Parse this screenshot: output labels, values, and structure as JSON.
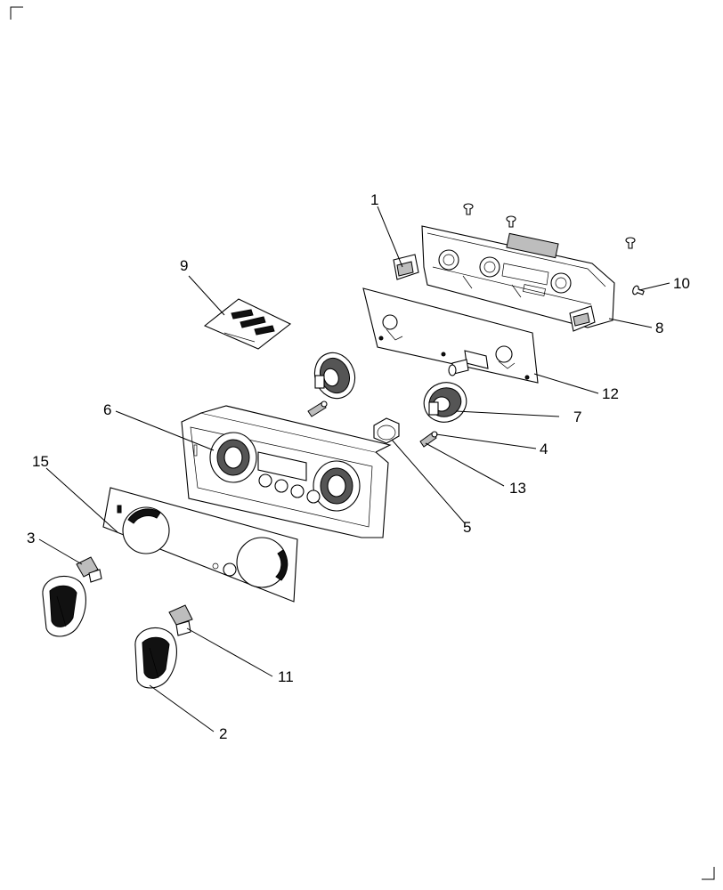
{
  "callouts": [
    {
      "label": "1"
    },
    {
      "label": "10"
    },
    {
      "label": "8"
    },
    {
      "label": "9"
    },
    {
      "label": "12"
    },
    {
      "label": "7"
    },
    {
      "label": "6"
    },
    {
      "label": "4"
    },
    {
      "label": "13"
    },
    {
      "label": "5"
    },
    {
      "label": "15"
    },
    {
      "label": "3"
    },
    {
      "label": "11"
    },
    {
      "label": "2"
    }
  ]
}
